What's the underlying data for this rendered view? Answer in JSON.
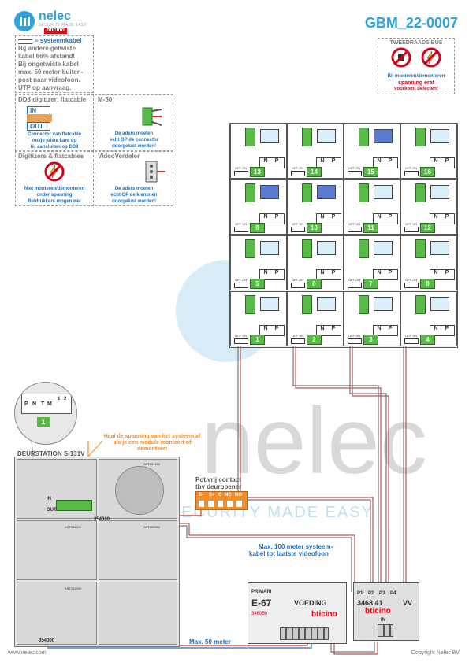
{
  "brand": {
    "name": "nelec",
    "tagline": "SECURITY MADE EASY",
    "partner": "bticino"
  },
  "doc_code": "GBM_22-0007",
  "notes": {
    "system_cable": {
      "legend": "= systeemkabel",
      "lines": [
        "Bij andere getwiste",
        "kabel 66% afstand!",
        "Bij ongetwiste kabel",
        "max. 50 meter buiten-",
        "post naar videofoon.",
        "UTP op aanvraag."
      ]
    },
    "bus": {
      "title": "TWEEDRAADS BUS",
      "line1": "Bij monteren/demonteren",
      "line2": "spanning eraf",
      "line3": "voorkomt defecten!"
    },
    "dd8": {
      "title": "DD8 digitizer: flatcable",
      "in": "IN",
      "out": "OUT",
      "text1": "Connector van flatcable",
      "text2": "nokje juiste kant op",
      "text3": "bij aansluiten op DD8"
    },
    "m50": {
      "title": "M-50",
      "text1": "De aders moeten",
      "text2": "echt OP de connector",
      "text3": "doorgelust worden!"
    },
    "digitizers": {
      "title": "Digitizers & flatcables",
      "text1": "Niet monteren/demonteren",
      "text2": "onder spanning",
      "text3": "Beldrukkers mogen wel"
    },
    "video_splitter": {
      "title": "VideoVerdeler",
      "text1": "De aders moeten",
      "text2": "echt OP de klemmen",
      "text3": "doorgelust worden!"
    }
  },
  "monitors": {
    "offon": "OFF ON",
    "n": "N",
    "p": "P",
    "numbers_row1": [
      "13",
      "14",
      "15",
      "16"
    ],
    "numbers_row2": [
      "9",
      "10",
      "11",
      "12"
    ],
    "numbers_row3": [
      "5",
      "6",
      "7",
      "8"
    ],
    "numbers_row4": [
      "1",
      "2",
      "3",
      "4"
    ]
  },
  "doorstation": {
    "label": "DEURSTATION S-131V",
    "warning": "Haal de spanning van het systeem af als je een module monteert of demonteert",
    "dip_labels": [
      "P",
      "N",
      "T",
      "M",
      "1",
      "2"
    ],
    "dip_value": "1",
    "module_code1": "354000",
    "module_code2": "354000",
    "art1": "ART352000",
    "art2": "ART352000",
    "art3": "ART352000",
    "art_speaker": "ART351000",
    "in": "IN",
    "out": "OUT"
  },
  "relay": {
    "title1": "Pot.vrij contact",
    "title2": "tbv deuropener",
    "terminals": [
      "S-",
      "S+",
      "C",
      "NC",
      "NO"
    ]
  },
  "cable_note": {
    "line1": "Max. 100 meter systeem-",
    "line2": "kabel tot laatste videofoon"
  },
  "max_50": "Max. 50 meter",
  "psu": {
    "series": "PRIMARI",
    "model": "E-67",
    "name": "VOEDING",
    "code": "346050",
    "brand": "bticino"
  },
  "distributor": {
    "ports": [
      "P1",
      "P2",
      "P3",
      "P4"
    ],
    "model": "3468 41",
    "vv": "VV",
    "brand": "bticino",
    "in": "IN"
  },
  "footer": {
    "website": "www.nelec.com",
    "copyright": "Copyright Nelec BV"
  },
  "watermark": {
    "word": "nelec",
    "tagline": "SECURITY MADE EASY"
  },
  "colors": {
    "brand_blue": "#2ea3dd",
    "accent_red": "#d0021b",
    "accent_orange": "#f28c28",
    "connector_green": "#58b947",
    "note_blue": "#1d6fb8"
  }
}
